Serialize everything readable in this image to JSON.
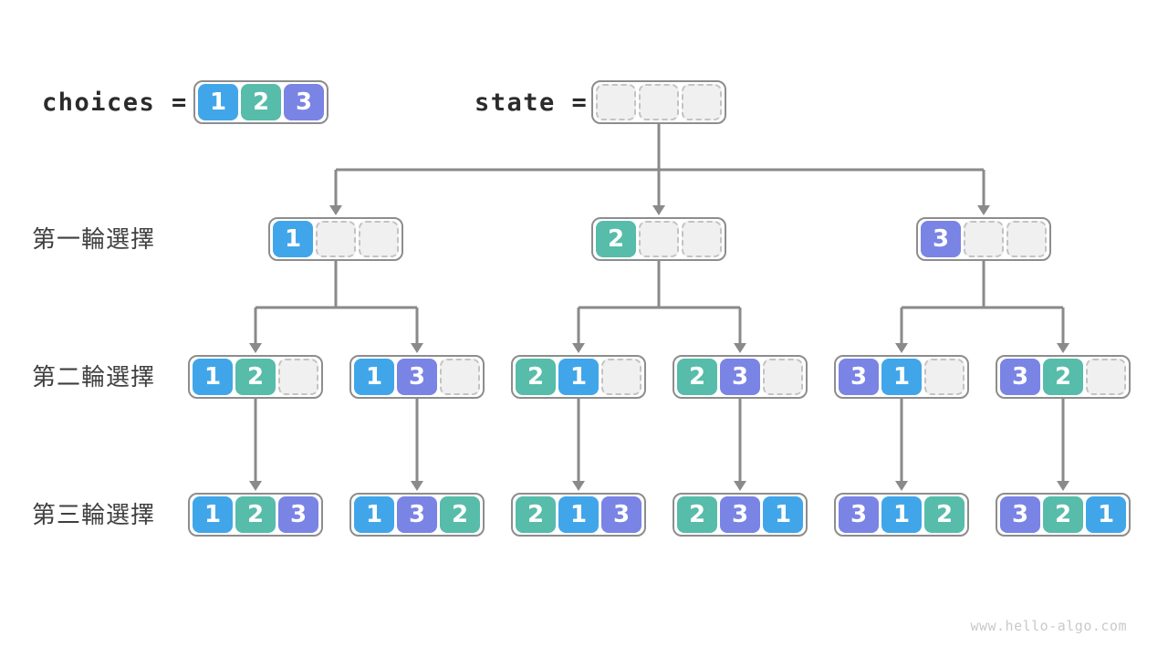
{
  "diagram": {
    "watermark": "www.hello-algo.com",
    "choices": {
      "label": "choices =",
      "cells": [
        1,
        2,
        3
      ]
    },
    "state": {
      "label": "state =",
      "cells": [
        null,
        null,
        null
      ]
    },
    "row_labels": [
      "第一輪選擇",
      "第二輪選擇",
      "第三輪選擇"
    ],
    "rounds": {
      "round1": [
        [
          1,
          null,
          null
        ],
        [
          2,
          null,
          null
        ],
        [
          3,
          null,
          null
        ]
      ],
      "round2": [
        [
          1,
          2,
          null
        ],
        [
          1,
          3,
          null
        ],
        [
          2,
          1,
          null
        ],
        [
          2,
          3,
          null
        ],
        [
          3,
          1,
          null
        ],
        [
          3,
          2,
          null
        ]
      ],
      "round3": [
        [
          1,
          2,
          3
        ],
        [
          1,
          3,
          2
        ],
        [
          2,
          1,
          3
        ],
        [
          2,
          3,
          1
        ],
        [
          3,
          1,
          2
        ],
        [
          3,
          2,
          1
        ]
      ]
    },
    "colors": {
      "value1": "#41A6E9",
      "value2": "#57BCA9",
      "value3": "#7A84E4",
      "connector": "#8A8A8A",
      "node_border": "#8D8D8D",
      "empty_fill": "#F0F0F0",
      "empty_border": "#C3C3C3",
      "label_text": "#3F3F3F",
      "code_text": "#2B2B2B",
      "watermark_text": "#C9C9C9"
    }
  }
}
